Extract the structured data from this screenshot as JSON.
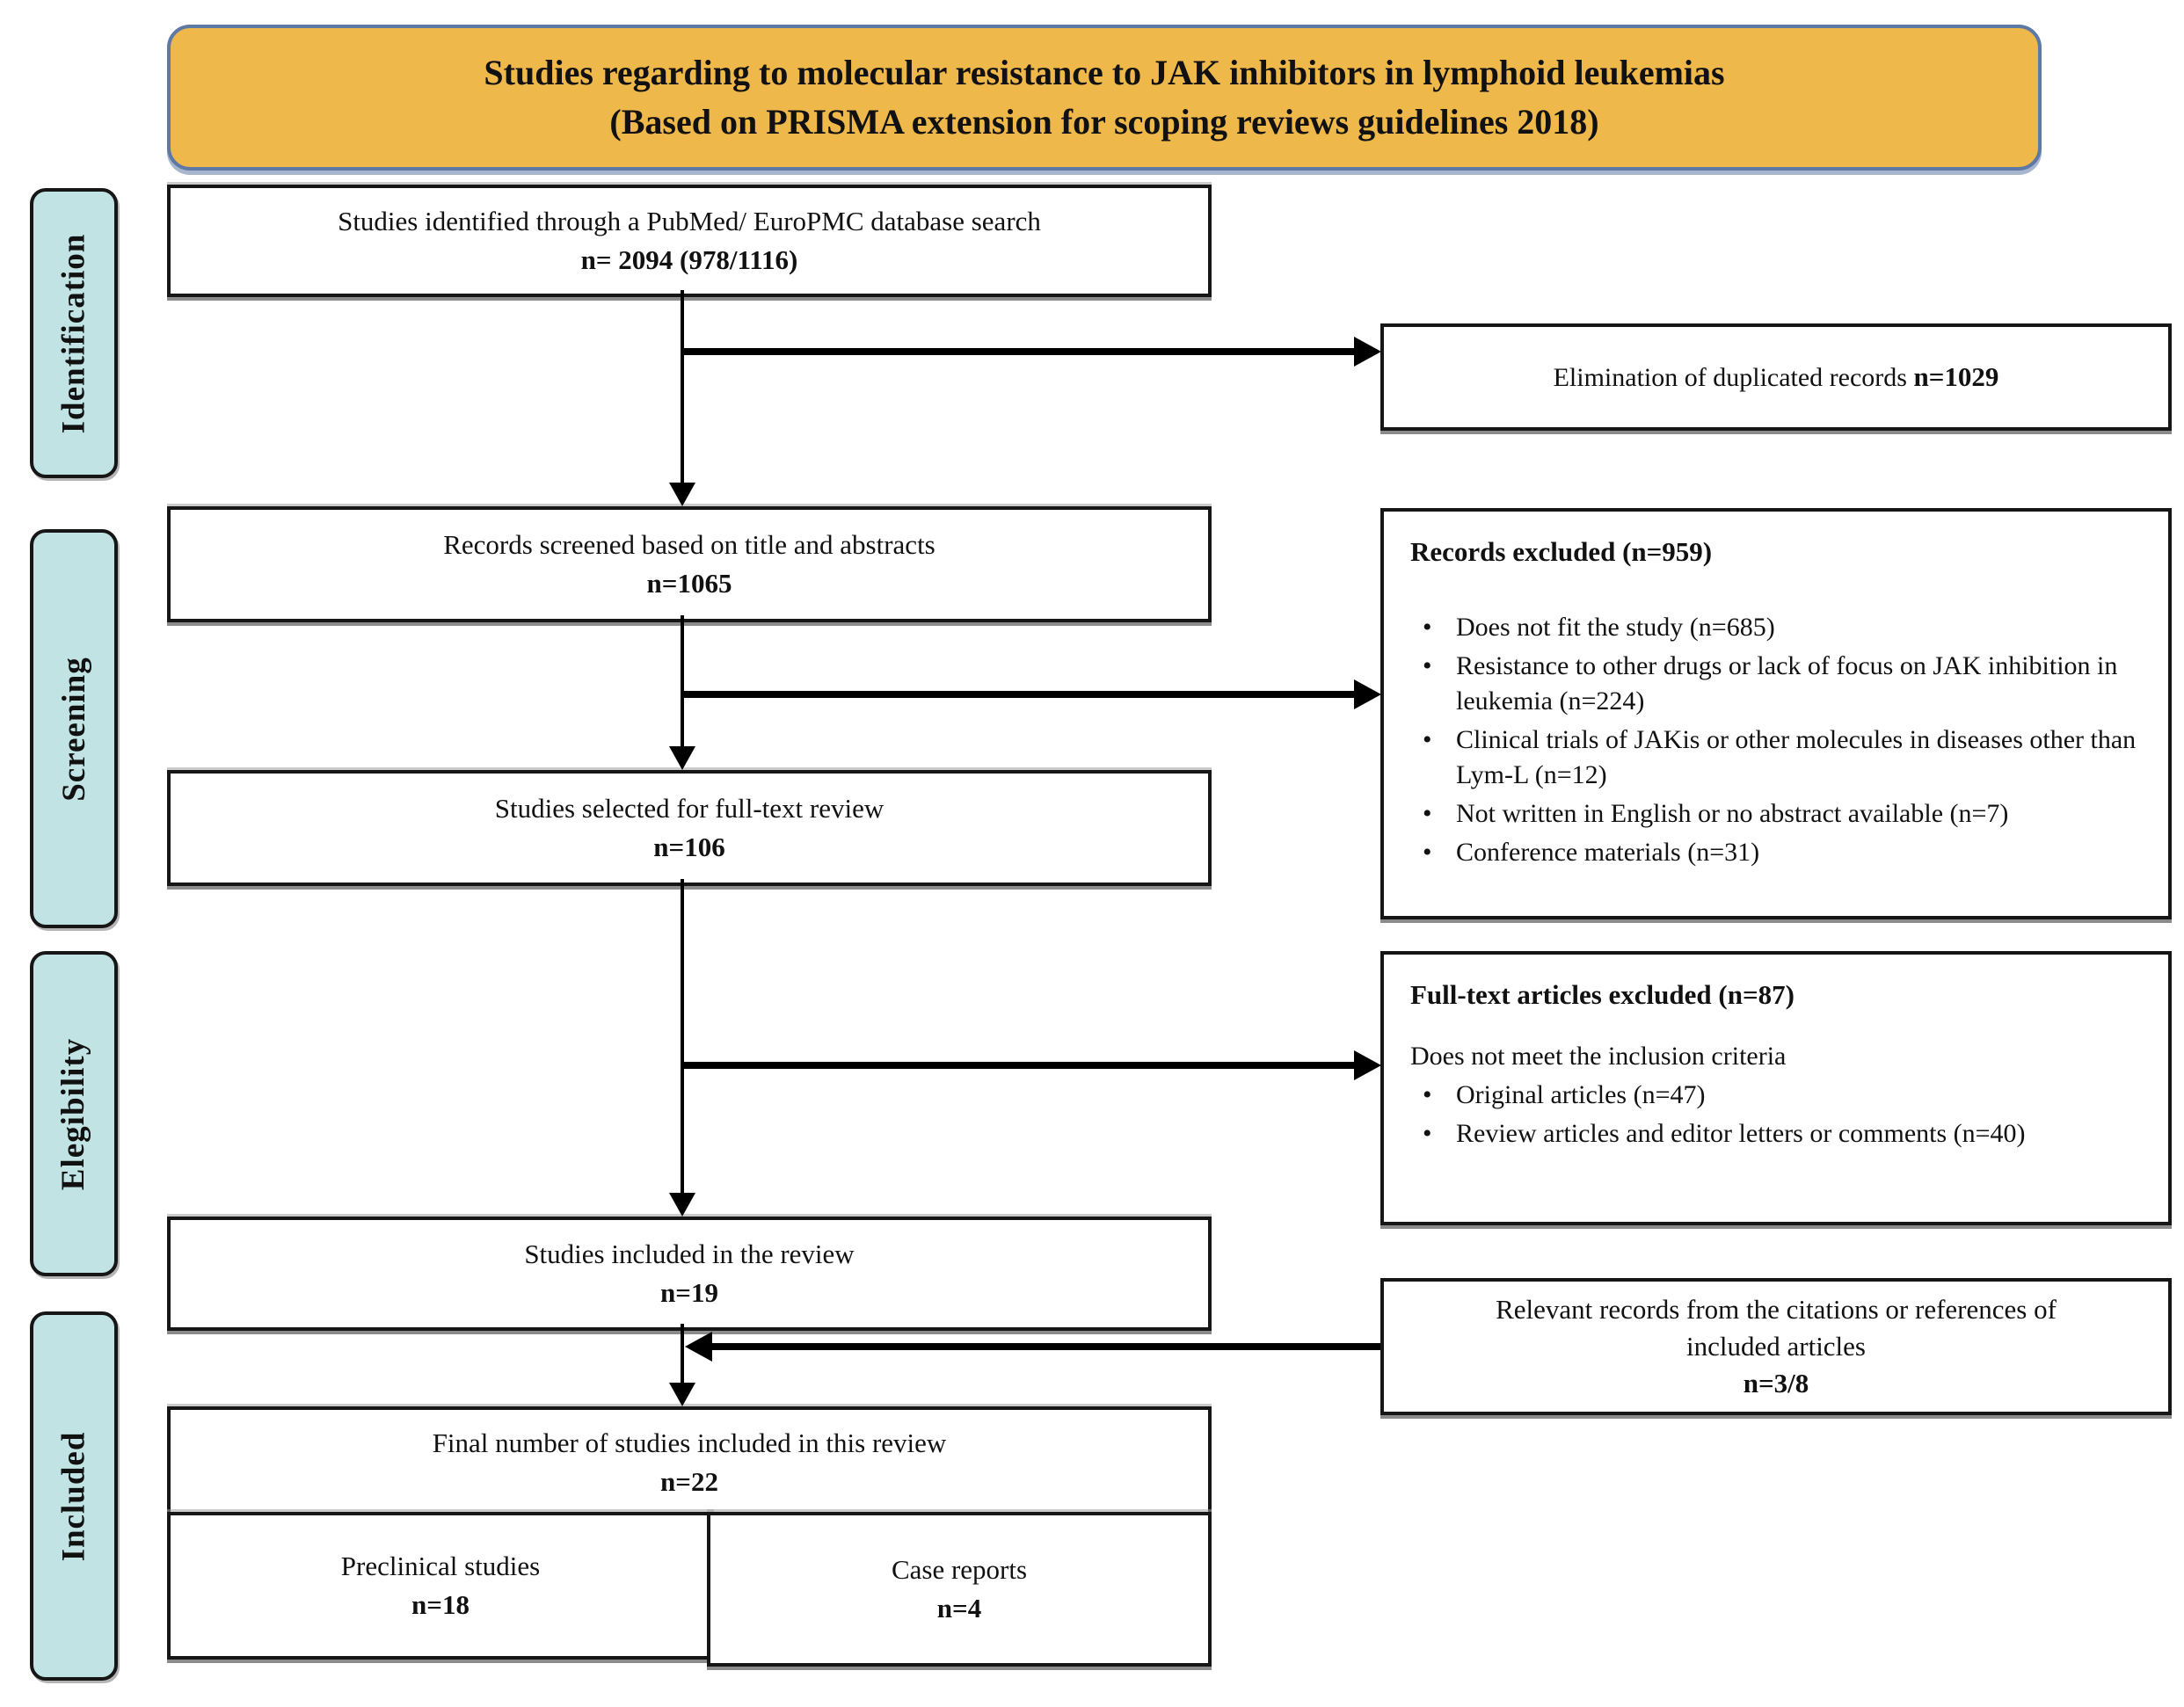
{
  "title": {
    "line1": "Studies regarding to molecular resistance to JAK inhibitors in lymphoid leukemias",
    "line2": "(Based on PRISMA extension for scoping reviews guidelines 2018)"
  },
  "stages": {
    "identification": "Identification",
    "screening": "Screening",
    "elegibility": "Elegibility",
    "included": "Included"
  },
  "flow_boxes": {
    "identified": {
      "text": "Studies identified through a PubMed/ EuroPMC database search",
      "n": "n= 2094 (978/1116)"
    },
    "screened": {
      "text": "Records screened based on title and abstracts",
      "n": "n=1065"
    },
    "fulltext_review": {
      "text": "Studies selected for full-text review",
      "n": "n=106"
    },
    "included_review": {
      "text": "Studies included in the review",
      "n": "n=19"
    },
    "final": {
      "text": "Final number of studies included in this review",
      "n": "n=22"
    },
    "preclinical": {
      "text": "Preclinical studies",
      "n": "n=18"
    },
    "case_reports": {
      "text": "Case reports",
      "n": "n=4"
    }
  },
  "side_boxes": {
    "duplicates": {
      "text": "Elimination of duplicated records ",
      "n": "n=1029"
    },
    "records_excluded": {
      "heading": "Records excluded (n=959)",
      "bullets": [
        "Does not fit the study (n=685)",
        "Resistance to other drugs or lack of focus on JAK inhibition in leukemia (n=224)",
        "Clinical trials of JAKis or other molecules in diseases other than Lym-L (n=12)",
        "Not written in English or no abstract available (n=7)",
        "Conference materials  (n=31)"
      ]
    },
    "fulltext_excluded": {
      "heading": "Full-text articles excluded (n=87)",
      "subheading": "Does not meet the inclusion criteria",
      "bullets": [
        "Original articles (n=47)",
        "Review articles and editor letters or comments (n=40)"
      ]
    },
    "citations": {
      "line1": "Relevant records from the citations or references of",
      "line2": "included articles",
      "n": "n=3/8"
    }
  },
  "colors": {
    "title_fill": "#EFB84B",
    "title_border": "#5F79A5",
    "stage_fill": "#C2E3E4",
    "box_border": "#161616",
    "arrow": "#000000"
  }
}
